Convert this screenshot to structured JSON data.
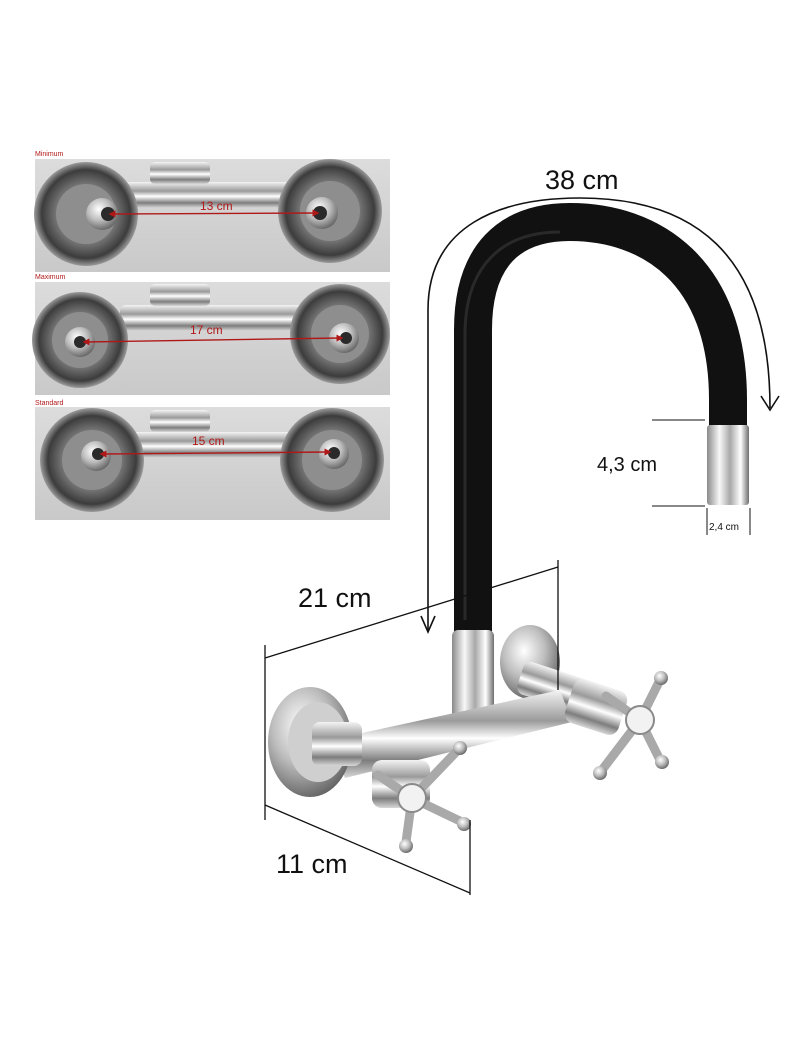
{
  "photo_panels": [
    {
      "title": "Minimum",
      "distance": "13 cm"
    },
    {
      "title": "Maximum",
      "distance": "17 cm"
    },
    {
      "title": "Standard",
      "distance": "15 cm"
    }
  ],
  "dimensions": {
    "spout_arc": "38 cm",
    "aerator_height": "4,3 cm",
    "aerator_width": "2,4 cm",
    "body_width": "21 cm",
    "wall_depth": "11 cm"
  },
  "colors": {
    "hose": "#111111",
    "chrome": "#c8c8c8",
    "annotation": "#b01818"
  },
  "icons": [
    "hot-tap-handle-icon",
    "cold-tap-handle-icon"
  ]
}
